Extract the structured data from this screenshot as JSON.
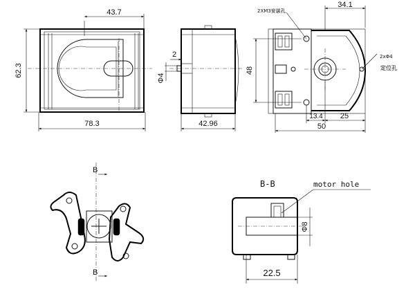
{
  "dimensions": {
    "front_width_top": "43.7",
    "front_height": "62.3",
    "front_width_bottom": "78.3",
    "side_small": "2",
    "side_dia": "Φ4",
    "side_width": "42.96",
    "right_top": "34.1",
    "right_height": "48",
    "right_bottom_a": "13.4",
    "right_bottom_b": "25",
    "right_bottom_c": "50",
    "section_width": "22.5",
    "section_dia": "Φ8"
  },
  "labels": {
    "mount_holes": "2XM3安装孔",
    "locate_dia": "2xΦ4",
    "locate_holes": "定位孔",
    "section_title": "B-B",
    "motor_hole": "motor hole",
    "section_marker_top": "B",
    "section_marker_bottom": "B"
  }
}
